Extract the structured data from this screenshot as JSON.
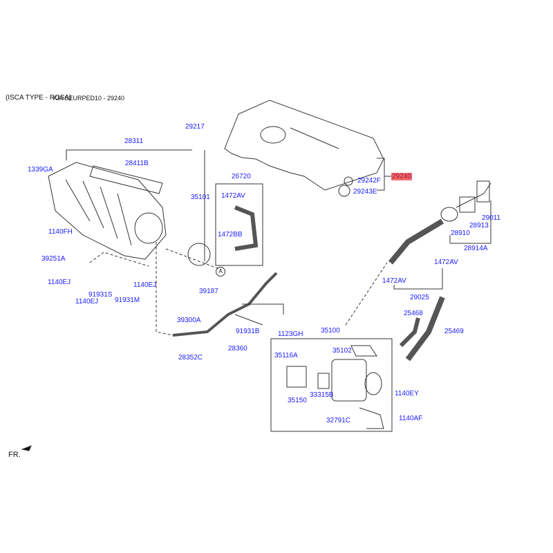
{
  "header": {
    "variant": "(ISCA TYPE - ROSA)",
    "catalog": "KIA SEURPED10 - 29240"
  },
  "highlighted_part": "29240",
  "highlight_color": "#f26b73",
  "label_color": "#1a1aff",
  "labels": [
    "29217",
    "28311",
    "1339GA",
    "28411B",
    "26720",
    "29240",
    "29242F",
    "29243E",
    "35101",
    "1472AV",
    "29011",
    "28913",
    "28910",
    "1140FH",
    "1472BB",
    "28914A",
    "39251A",
    "1472AV",
    "1472AV",
    "1140EJ",
    "1140EJ",
    "91931S",
    "1140EJ",
    "91931M",
    "39187",
    "29025",
    "39300A",
    "25468",
    "35100",
    "25469",
    "91931B",
    "1123GH",
    "28360",
    "35102",
    "35116A",
    "28352C",
    "1140EY",
    "33315B",
    "35150",
    "1140AF",
    "32791C"
  ],
  "callout": "A",
  "direction": "FR."
}
